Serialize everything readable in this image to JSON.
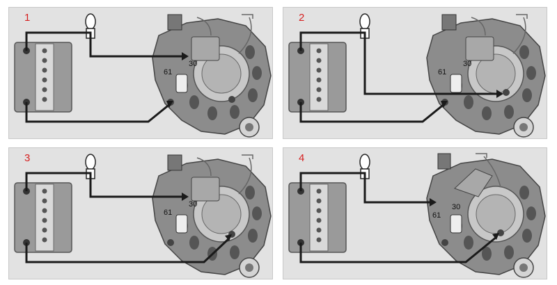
{
  "panels": [
    {
      "number": "1",
      "terminal_61": "61",
      "terminal_30": "30"
    },
    {
      "number": "2",
      "terminal_61": "61",
      "terminal_30": "30"
    },
    {
      "number": "3",
      "terminal_61": "61",
      "terminal_30": "30"
    },
    {
      "number": "4",
      "terminal_61": "61",
      "terminal_30": "30"
    }
  ],
  "colors": {
    "accent": "#d62020",
    "wire": "#1a1a1a",
    "panel_bg": "#e2e2e2"
  }
}
